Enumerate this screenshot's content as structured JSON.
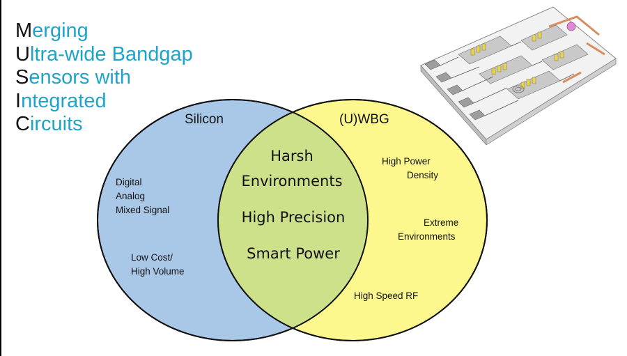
{
  "acronym": [
    {
      "initial": "M",
      "rest": "erging"
    },
    {
      "initial": "U",
      "rest": "ltra-wide Bandgap"
    },
    {
      "initial": "S",
      "rest": "ensors with"
    },
    {
      "initial": "I",
      "rest": "ntegrated"
    },
    {
      "initial": "C",
      "rest": "ircuits"
    }
  ],
  "venn": {
    "left": {
      "label": "Silicon",
      "color": "#a9c8e8",
      "items": [
        "Digital",
        "Analog",
        "Mixed Signal",
        "Low Cost/",
        "High Volume"
      ]
    },
    "right": {
      "label": "(U)WBG",
      "color": "#fdf88e",
      "items": [
        "High Power",
        "Density",
        "Extreme",
        "Environments",
        "High Speed RF"
      ]
    },
    "overlap": {
      "color": "#cde08a",
      "items": [
        "Harsh",
        "Environments",
        "High Precision",
        "Smart Power"
      ]
    }
  },
  "colors": {
    "accent": "#1fa3c9",
    "outline": "#111111"
  },
  "image": {
    "icon": "integrated-circuit-chip-icon"
  }
}
